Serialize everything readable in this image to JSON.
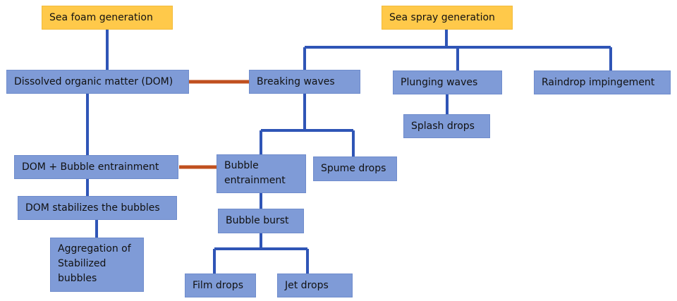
{
  "colors": {
    "root_fill": "#ffc94a",
    "node_fill": "#7f9bd7",
    "tree_line": "#2f55b6",
    "link_line": "#c0501f"
  },
  "nodes": {
    "sea_foam": "Sea foam generation",
    "sea_spray": "Sea spray generation",
    "dom": "Dissolved organic matter (DOM)",
    "breaking_waves": "Breaking waves",
    "plunging_waves": "Plunging waves",
    "raindrop": "Raindrop impingement",
    "splash_drops": "Splash drops",
    "dom_bubble": "DOM + Bubble entrainment",
    "bubble_entrainment": "Bubble entrainment",
    "spume_drops": "Spume drops",
    "dom_stabilizes": "DOM stabilizes the bubbles",
    "bubble_burst": "Bubble burst",
    "aggregation": "Aggregation of Stabilized bubbles",
    "film_drops": "Film drops",
    "jet_drops": "Jet drops"
  }
}
